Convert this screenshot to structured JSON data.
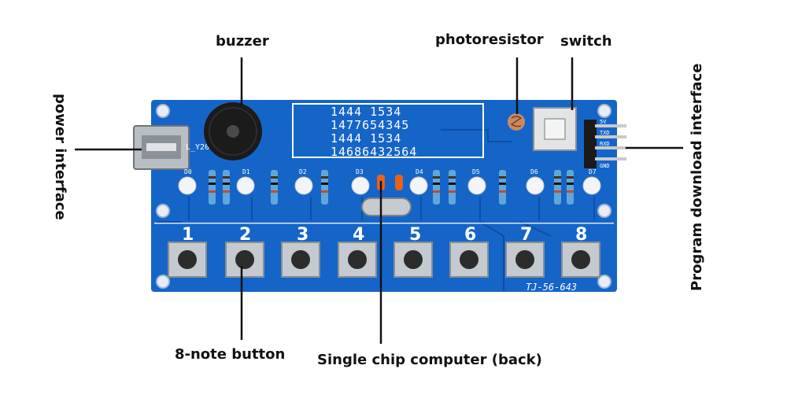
{
  "labels": {
    "buzzer": "buzzer",
    "photoresistor": "photoresistor",
    "switch": "switch",
    "power_interface": "power interface",
    "program_download": "Program download interface",
    "note_button": "8-note button",
    "single_chip": "Single chip computer (back)"
  },
  "board": {
    "model": "TJ-56-643",
    "usb_silk": "L_Y20",
    "display_lines": [
      "1444  1534",
      "1477654345",
      "1444  1534",
      "14686432564"
    ],
    "buttons": [
      "1",
      "2",
      "3",
      "4",
      "5",
      "6",
      "7",
      "8"
    ],
    "leds": [
      "D0",
      "D1",
      "D2",
      "D3",
      "D4",
      "D5",
      "D6",
      "D7"
    ],
    "pins": [
      "5V",
      "TXD",
      "RXD",
      "GND"
    ]
  },
  "colors": {
    "board": "#1565c8",
    "board_dark": "#0d4fa6",
    "silkscreen": "#ffffff",
    "leader_line": "#111111"
  }
}
